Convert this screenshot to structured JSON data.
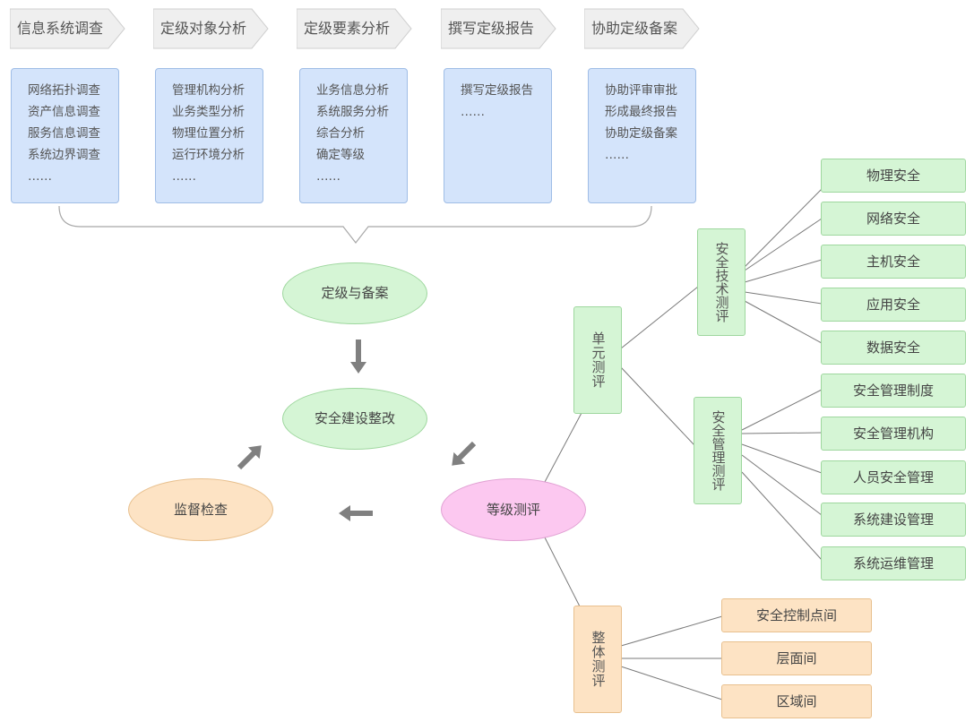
{
  "steps": [
    "信息系统调查",
    "定级对象分析",
    "定级要素分析",
    "撰写定级报告",
    "协助定级备案"
  ],
  "step_boxes": [
    [
      "网络拓扑调查",
      "资产信息调查",
      "服务信息调查",
      "系统边界调查",
      "……"
    ],
    [
      "管理机构分析",
      "业务类型分析",
      "物理位置分析",
      "运行环境分析",
      "……"
    ],
    [
      "业务信息分析",
      "系统服务分析",
      "综合分析",
      "确定等级",
      "……"
    ],
    [
      "撰写定级报告",
      "……"
    ],
    [
      "协助评审审批",
      "形成最终报告",
      "协助定级备案",
      "……"
    ]
  ],
  "cycle": {
    "grading": "定级与备案",
    "rectification": "安全建设整改",
    "evaluation": "等级测评",
    "inspection": "监督检查"
  },
  "unit_eval": "单元测评",
  "overall_eval": "整体测评",
  "tech_eval": "安全技术测评",
  "mgmt_eval": "安全管理测评",
  "tech_items": [
    "物理安全",
    "网络安全",
    "主机安全",
    "应用安全",
    "数据安全"
  ],
  "mgmt_items": [
    "安全管理制度",
    "安全管理机构",
    "人员安全管理",
    "系统建设管理",
    "系统运维管理"
  ],
  "overall_items": [
    "安全控制点间",
    "层面间",
    "区域间"
  ],
  "colors": {
    "blue_box": "#d4e4fb",
    "green": "#d5f5d5",
    "pink": "#fcc8f0",
    "orange": "#fde3c4",
    "arrow": "#808080"
  }
}
